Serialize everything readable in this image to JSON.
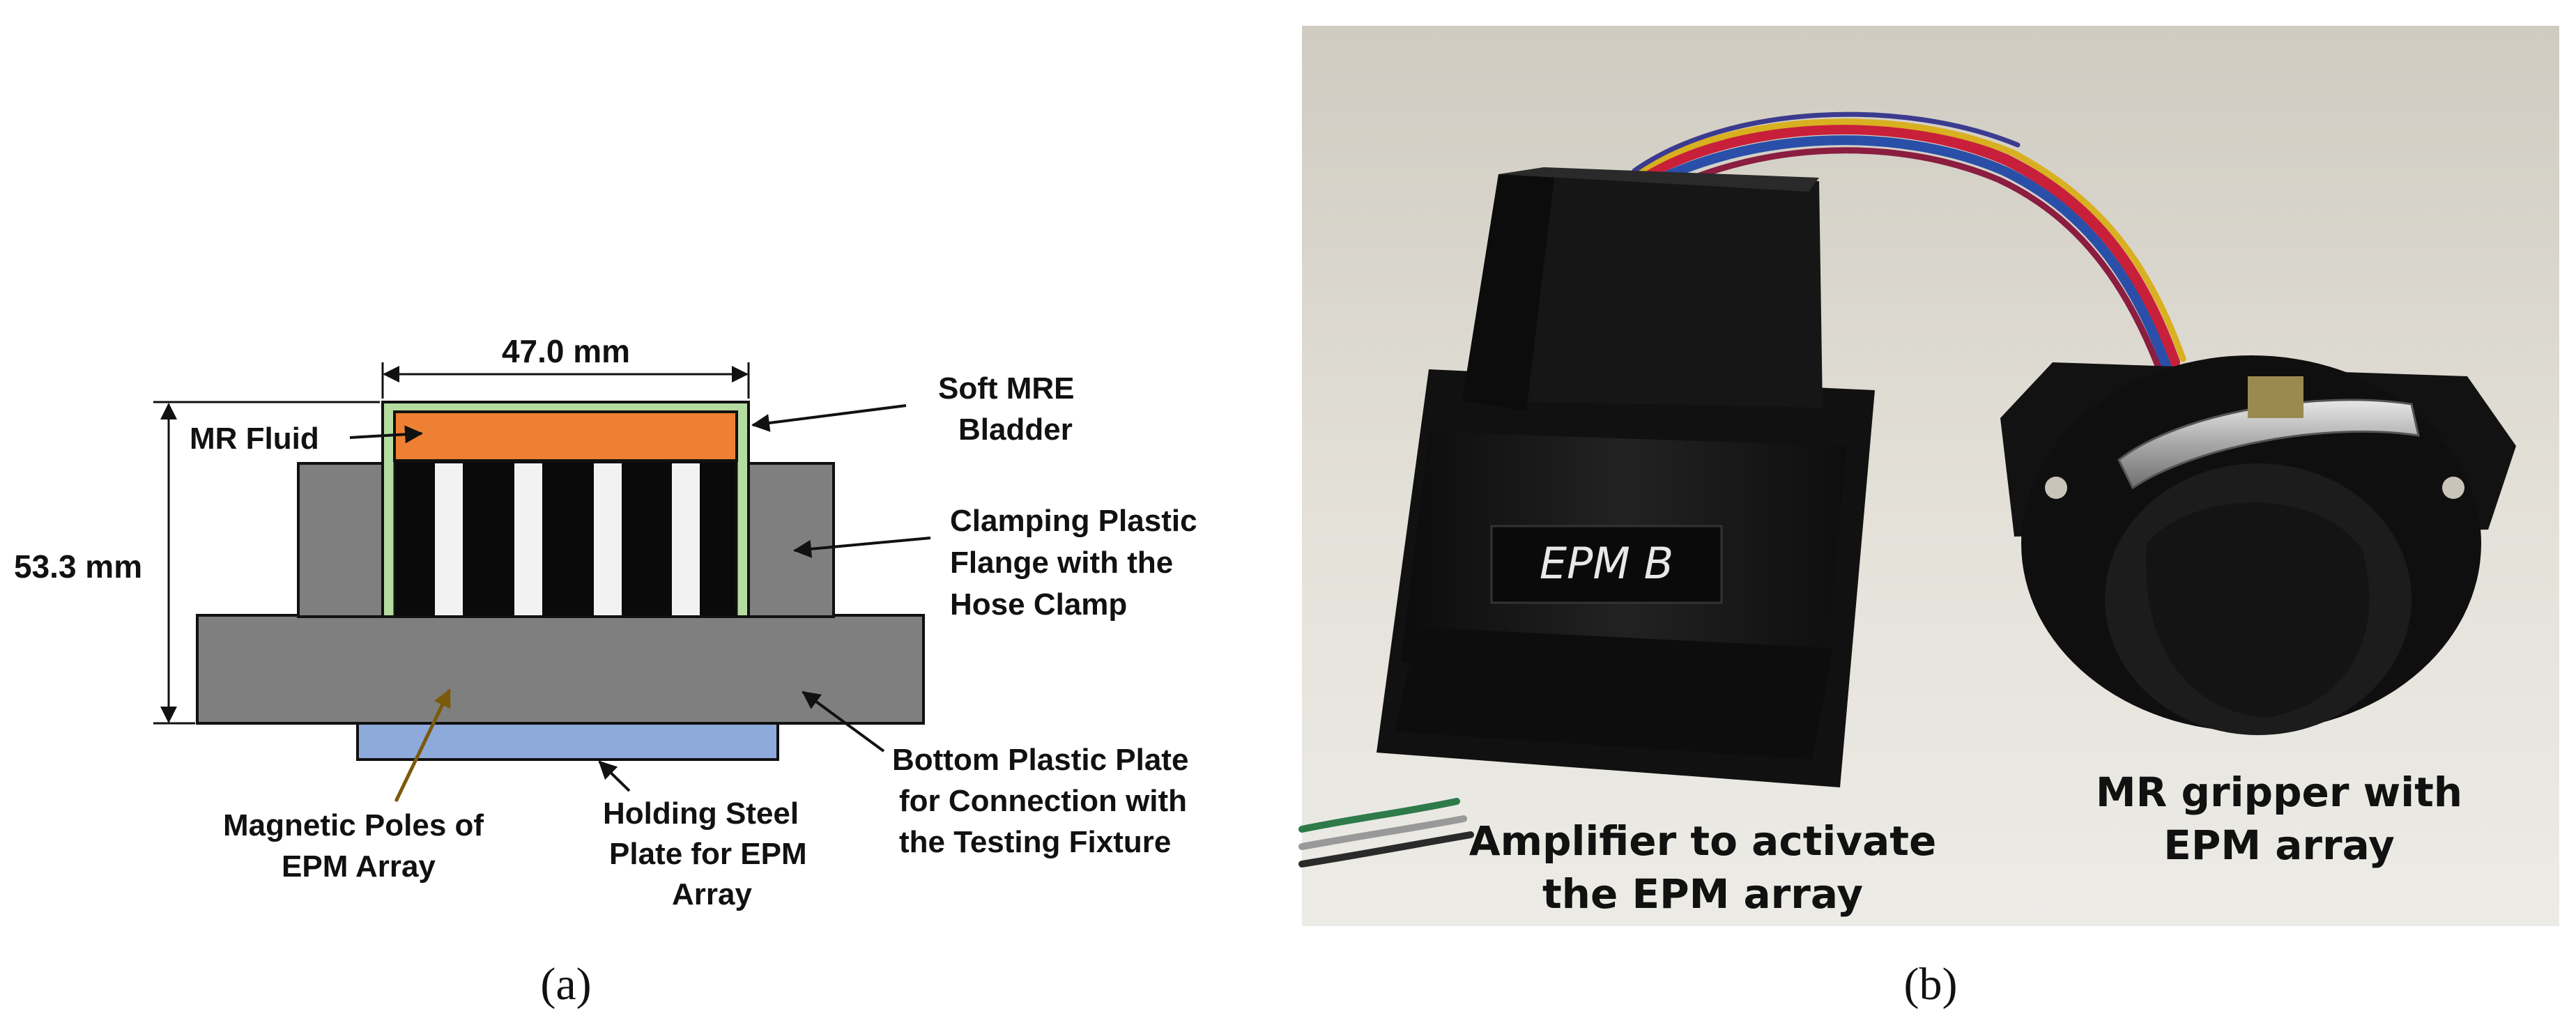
{
  "panel_a": {
    "dimension_width": "47.0 mm",
    "dimension_height": "53.3 mm",
    "labels": {
      "mr_fluid": "MR Fluid",
      "soft_mre_bladder_1": "Soft MRE",
      "soft_mre_bladder_2": "Bladder",
      "clamping_flange_1": "Clamping Plastic",
      "clamping_flange_2": "Flange with the",
      "clamping_flange_3": "Hose Clamp",
      "bottom_plate_1": "Bottom Plastic Plate",
      "bottom_plate_2": "for Connection with",
      "bottom_plate_3": "the Testing Fixture",
      "magnetic_poles_1": "Magnetic Poles of",
      "magnetic_poles_2": "EPM Array",
      "holding_plate_1": "Holding Steel",
      "holding_plate_2": "Plate for EPM",
      "holding_plate_3": "Array"
    },
    "caption": "(a)",
    "colors": {
      "mr_fluid": "#ee8033",
      "bladder": "#b5dca0",
      "flange": "#7f7f7f",
      "steel_plate": "#8eaadb",
      "magnet_dark": "#0a0a0a",
      "magnet_light": "#f2f2f2",
      "pole_arrow": "#7b5a0b"
    }
  },
  "panel_b": {
    "device_label": "EPM B",
    "amplifier_label_1": "Amplifier to activate",
    "amplifier_label_2": "the EPM array",
    "gripper_label_1": "MR gripper with",
    "gripper_label_2": "EPM array",
    "caption": "(b)",
    "colors": {
      "background": "#dcd8cd",
      "device": "#141414",
      "cable_red": "#c8203a",
      "cable_blue": "#2a4fa8",
      "cable_yellow": "#d8b020",
      "clamp_metal": "#b8b8b8"
    }
  }
}
